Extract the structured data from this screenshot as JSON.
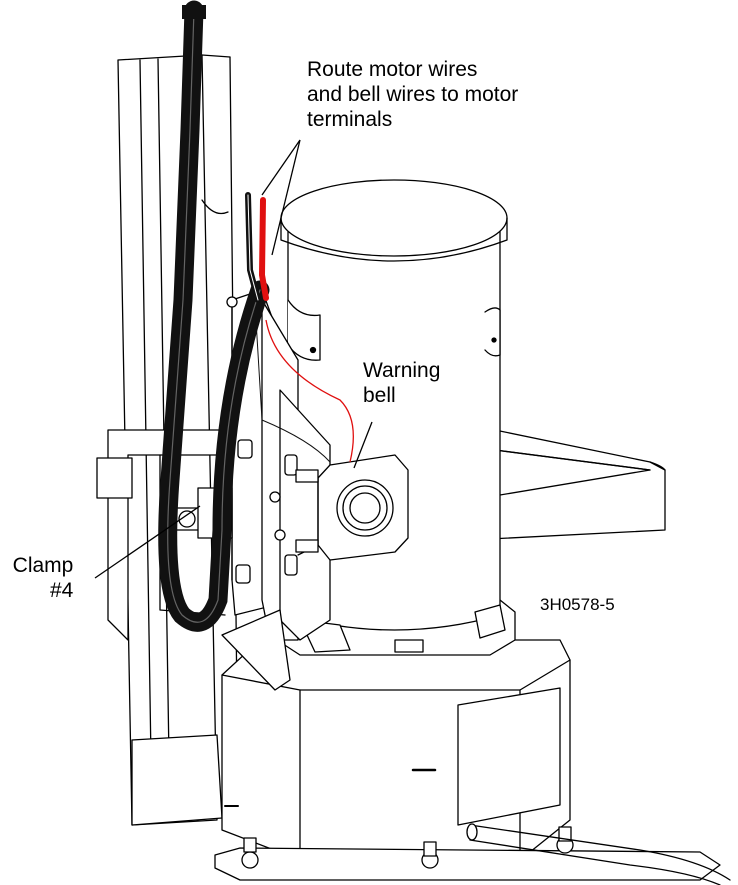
{
  "callouts": {
    "route_wires": [
      "Route motor wires",
      "and bell wires to motor",
      "terminals"
    ],
    "warning_bell": [
      "Warning",
      "bell"
    ],
    "clamp": [
      "Clamp",
      "#4"
    ]
  },
  "figure_id": "3H0578-5",
  "colors": {
    "line": "#000000",
    "wire_red": "#e01010",
    "hose": "#111111",
    "fill": "#ffffff"
  }
}
